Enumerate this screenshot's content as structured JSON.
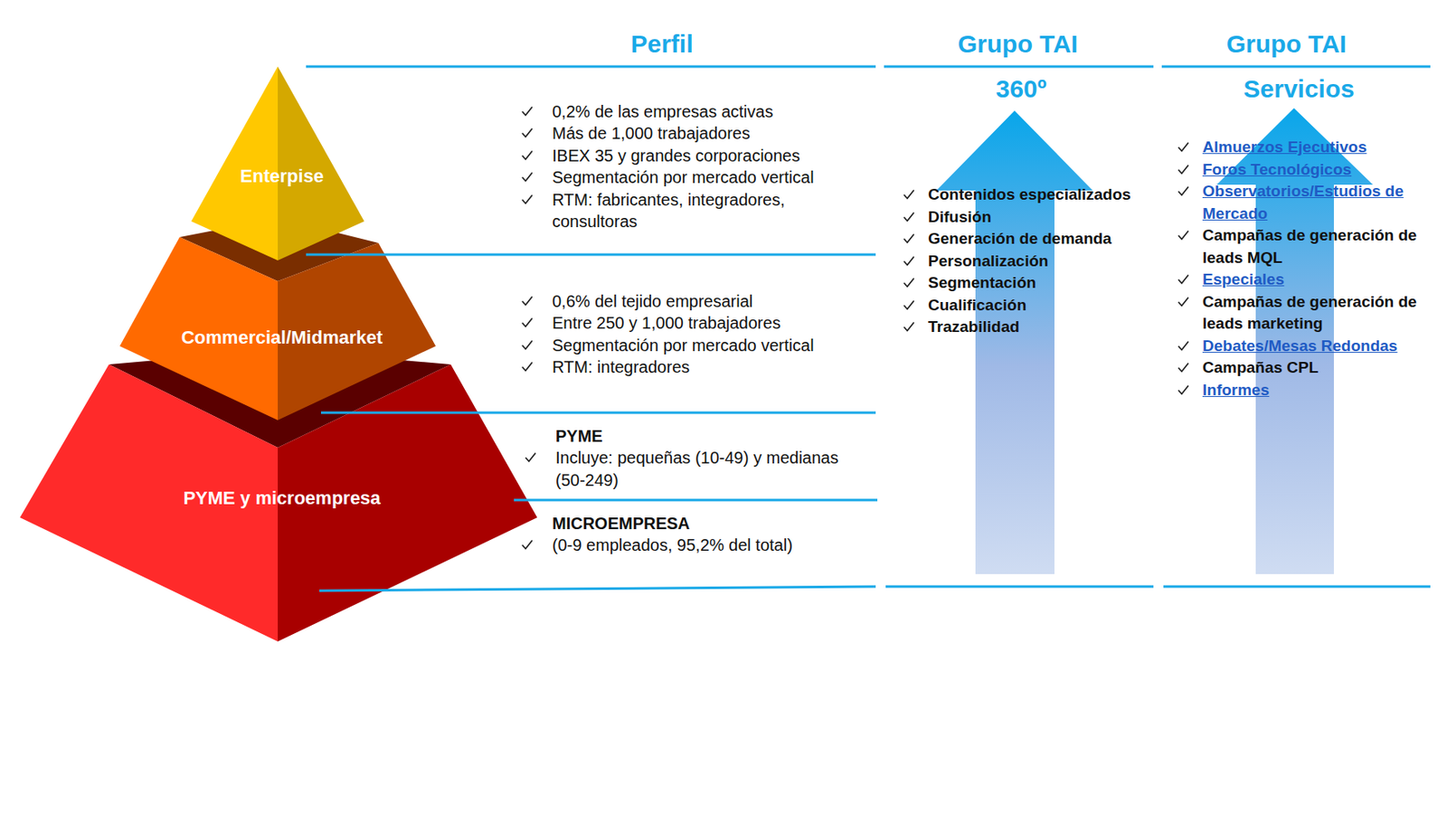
{
  "diagram": {
    "nodes": [
      {
        "text": [
          "Enterpise"
        ]
      },
      {
        "text": [
          "Commercial/Midmarket"
        ]
      },
      {
        "text": [
          "PYME y microempresa"
        ]
      },
      {
        "text": [
          "360º",
          "Contenidos especializados",
          "Difusión",
          "Generación de demanda",
          "Personalización",
          "Segmentación",
          "Cualificación",
          "Trazabilidad"
        ]
      },
      {
        "text": [
          "Servicios",
          "Almuerzos Ejecutivos",
          "Foros Tecnológicos",
          "Observatorios/Estudios de Mercado",
          "Campañas de generación de leads MQL",
          "Especiales",
          "Campañas de generación de leads marketing",
          "Debates/Mesas Redondas",
          "Campañas CPL",
          "Informes"
        ]
      }
    ],
    "labels": [
      "Perfil",
      "Grupo TAI",
      "Grupo TAI",
      "0,2% de las empresas activas",
      "Más de 1,000 trabajadores",
      "IBEX 35 y grandes corporaciones",
      "Segmentación por mercado vertical",
      "RTM: fabricantes, integradores, consultoras",
      "0,6% del tejido empresarial",
      "Entre 250 y 1,000 trabajadores",
      "Segmentación por mercado vertical",
      "RTM: integradores",
      "PYME",
      "Incluye: pequeñas (10-49) y medianas (50-249)",
      "MICROEMPRESA",
      "(0-9 empleados, 95,2% del total)"
    ]
  }
}
